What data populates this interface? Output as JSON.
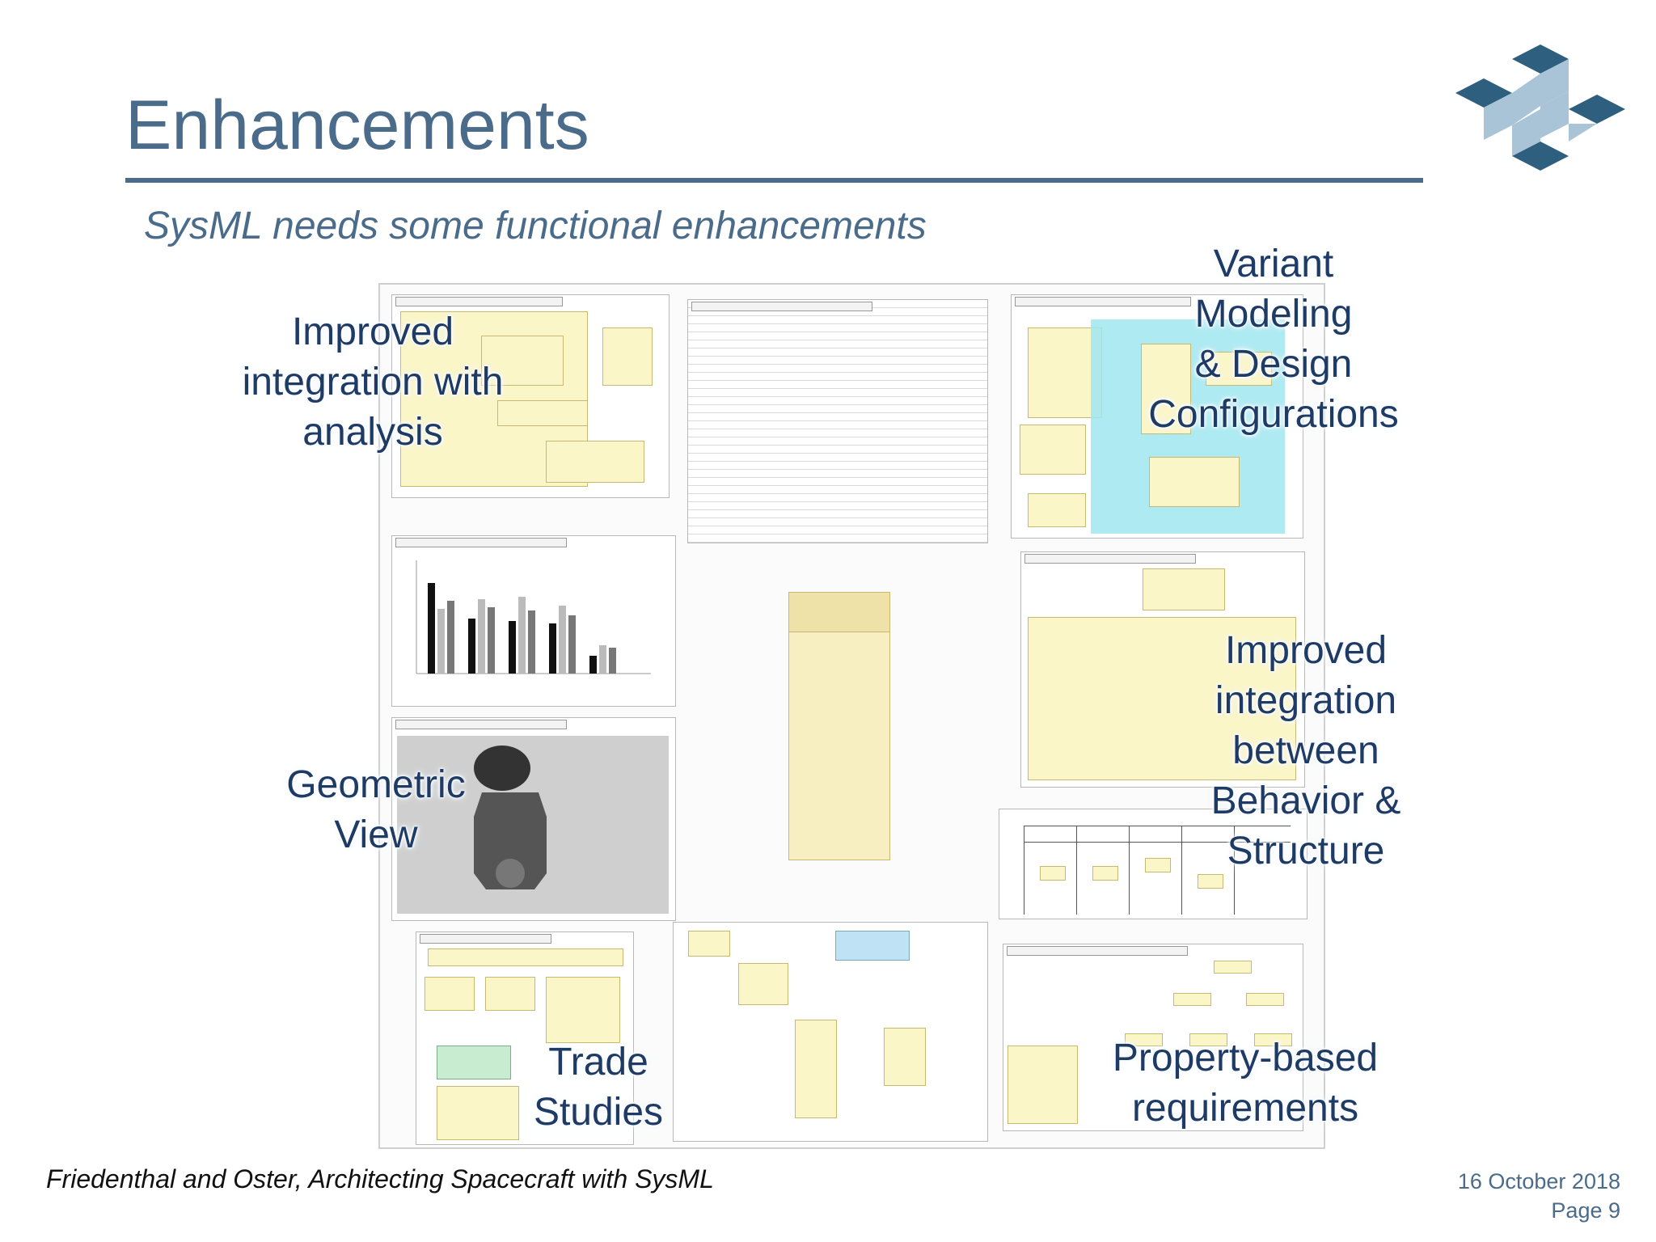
{
  "slide": {
    "title": "Enhancements",
    "subtitle": "SysML needs some functional enhancements",
    "citation": "Friedenthal and Oster, Architecting Spacecraft with SysML",
    "date": "16 October 2018",
    "page": "Page 9"
  },
  "labels": {
    "analysis": [
      "Improved",
      "integration with",
      "analysis"
    ],
    "variant": [
      "Variant",
      "Modeling",
      "& Design",
      "Configurations"
    ],
    "behavior": [
      "Improved",
      "integration",
      "between",
      "Behavior &",
      "Structure"
    ],
    "geometric": [
      "Geometric",
      "View"
    ],
    "trade": [
      "Trade",
      "Studies"
    ],
    "property": [
      "Property-based",
      "requirements"
    ]
  },
  "colors": {
    "title": "#4a6b8a",
    "label": "#1e3b66",
    "logo": "#2e5f7f",
    "diagram_fill": "#fbf6c8",
    "highlight": "#9fe6f0"
  }
}
